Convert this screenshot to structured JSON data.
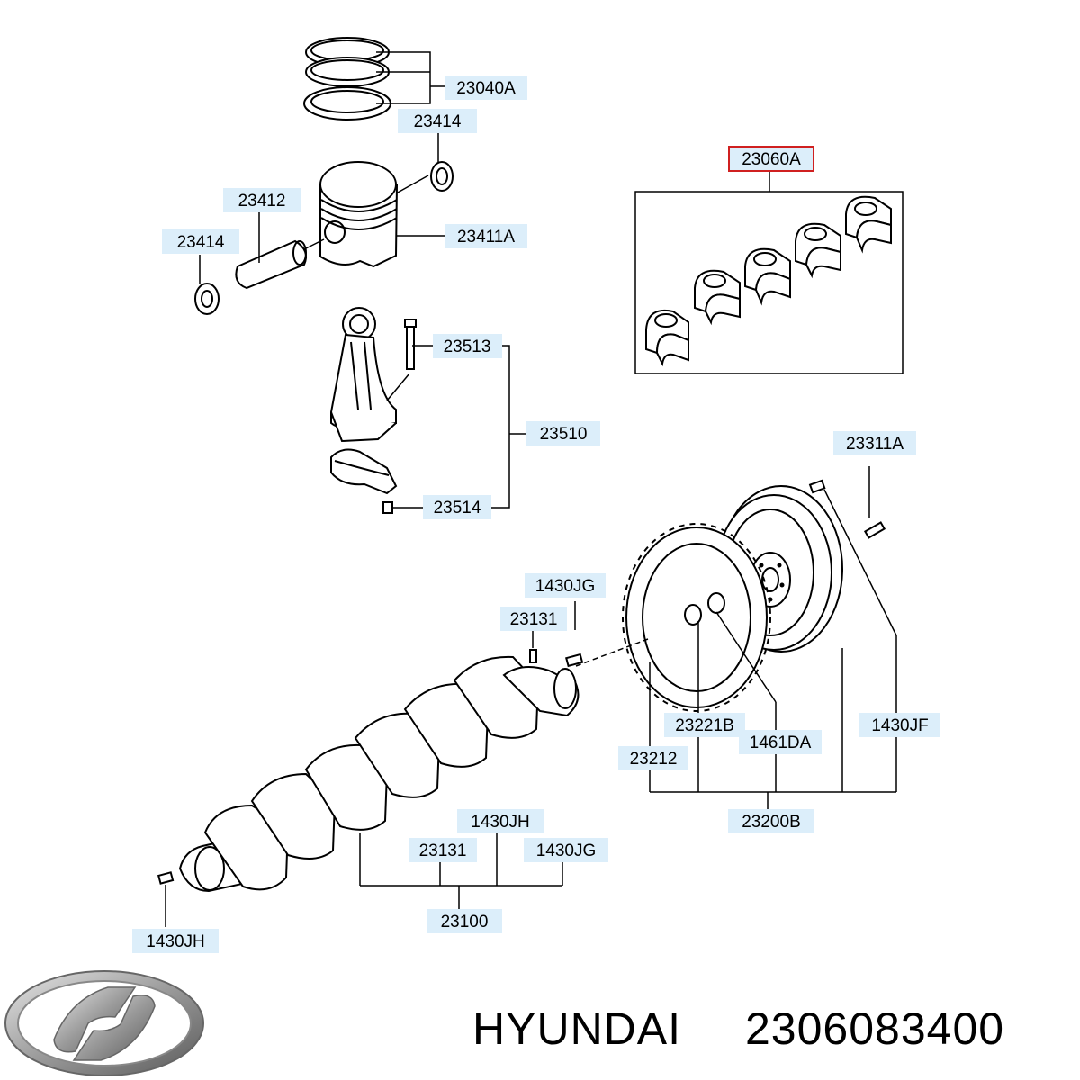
{
  "diagram": {
    "labels": {
      "rings": "23040A",
      "clip_top": "23414",
      "pin": "23412",
      "clip_left": "23414",
      "piston": "23411A",
      "bearing_set": "23060A",
      "conrod_bolt": "23513",
      "conrod_assy": "23510",
      "conrod_nut": "23514",
      "flywheel_bolt": "23311A",
      "pin_jg_top": "1430JG",
      "key_top": "23131",
      "ring_gear": "23221B",
      "bushing": "1461DA",
      "flywheel_pin": "1430JF",
      "plate": "23212",
      "flywheel_assy": "23200B",
      "pin_jh_mid": "1430JH",
      "key_bottom": "23131",
      "pin_jg_bottom": "1430JG",
      "crankshaft_assy": "23100",
      "pin_jh_bottom": "1430JH"
    }
  },
  "footer": {
    "brand": "HYUNDAI",
    "part_number": "2306083400",
    "logo_icon": "hyundai-logo-icon"
  }
}
